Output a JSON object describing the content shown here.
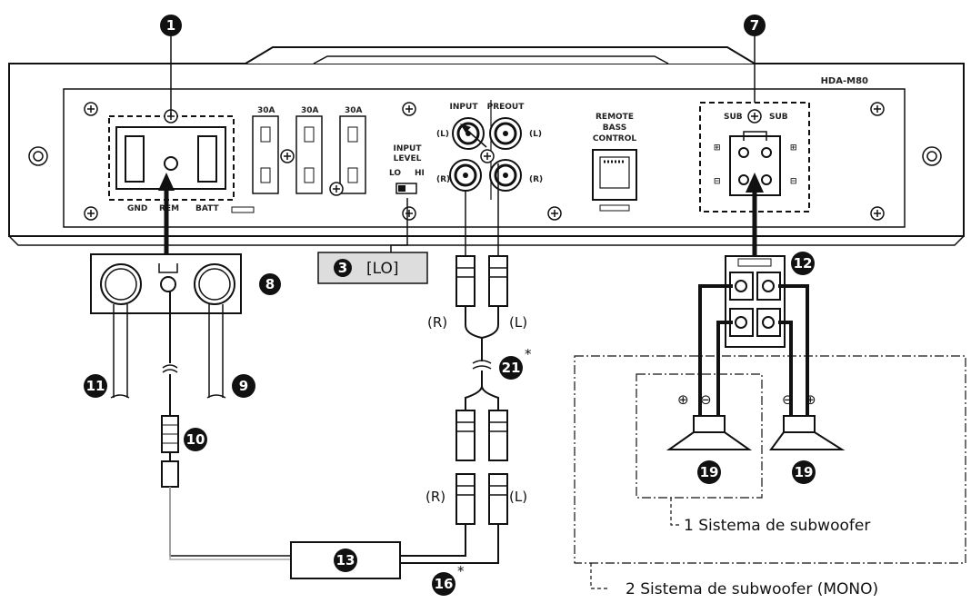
{
  "model": "HDA-M80",
  "fuses": [
    "30A",
    "30A",
    "30A"
  ],
  "power_labels": {
    "gnd": "GND",
    "rem": "REM",
    "batt": "BATT"
  },
  "input_level": {
    "title_line1": "INPUT",
    "title_line2": "LEVEL",
    "lo": "LO",
    "hi": "HI"
  },
  "rca": {
    "input": "INPUT",
    "preout": "PREOUT",
    "left": "(L)",
    "right": "(R)"
  },
  "remote": {
    "line1": "REMOTE",
    "line2": "BASS",
    "line3": "CONTROL"
  },
  "sub_terminal": {
    "left": "SUB",
    "right": "SUB"
  },
  "setting_box": {
    "number": "3",
    "label": "[LO]"
  },
  "callouts": {
    "c1": "1",
    "c7": "7",
    "c8": "8",
    "c9": "9",
    "c10": "10",
    "c11": "11",
    "c12": "12",
    "c13": "13",
    "c16": "16",
    "c19a": "19",
    "c19b": "19",
    "c21": "21"
  },
  "asterisk": "*",
  "cable_labels": {
    "r_top": "(R)",
    "l_top": "(L)",
    "r_bottom": "(R)",
    "l_bottom": "(L)"
  },
  "speaker_polarity": {
    "plus": "⊕",
    "minus": "⊖"
  },
  "captions": {
    "one_system": "1 Sistema de subwoofer",
    "two_system": "2 Sistema de subwoofer (MONO)"
  }
}
